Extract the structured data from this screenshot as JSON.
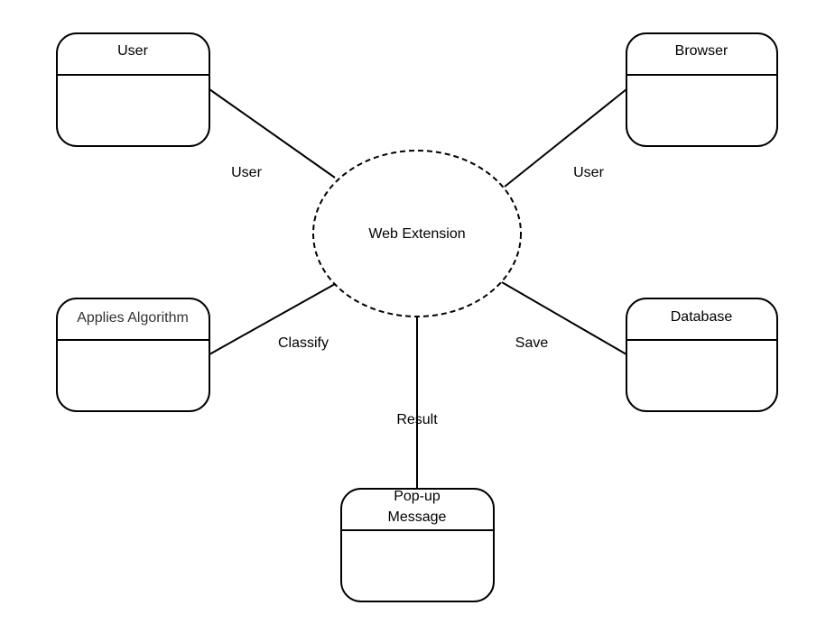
{
  "center_process": {
    "label": "Web Extension"
  },
  "entities": {
    "user": {
      "title": "User"
    },
    "browser": {
      "title": "Browser"
    },
    "algorithm": {
      "title": "Applies Algorithm"
    },
    "database": {
      "title": "Database"
    },
    "popup": {
      "title_line1": "Pop-up",
      "title_line2": "Message"
    }
  },
  "flows": {
    "user_to_extension": "User",
    "browser_to_extension": "User",
    "extension_to_algorithm": "Classify",
    "extension_to_database": "Save",
    "extension_to_popup": "Result"
  },
  "colors": {
    "stroke": "#000000",
    "background": "#ffffff",
    "algorithm_title": "#333333"
  }
}
